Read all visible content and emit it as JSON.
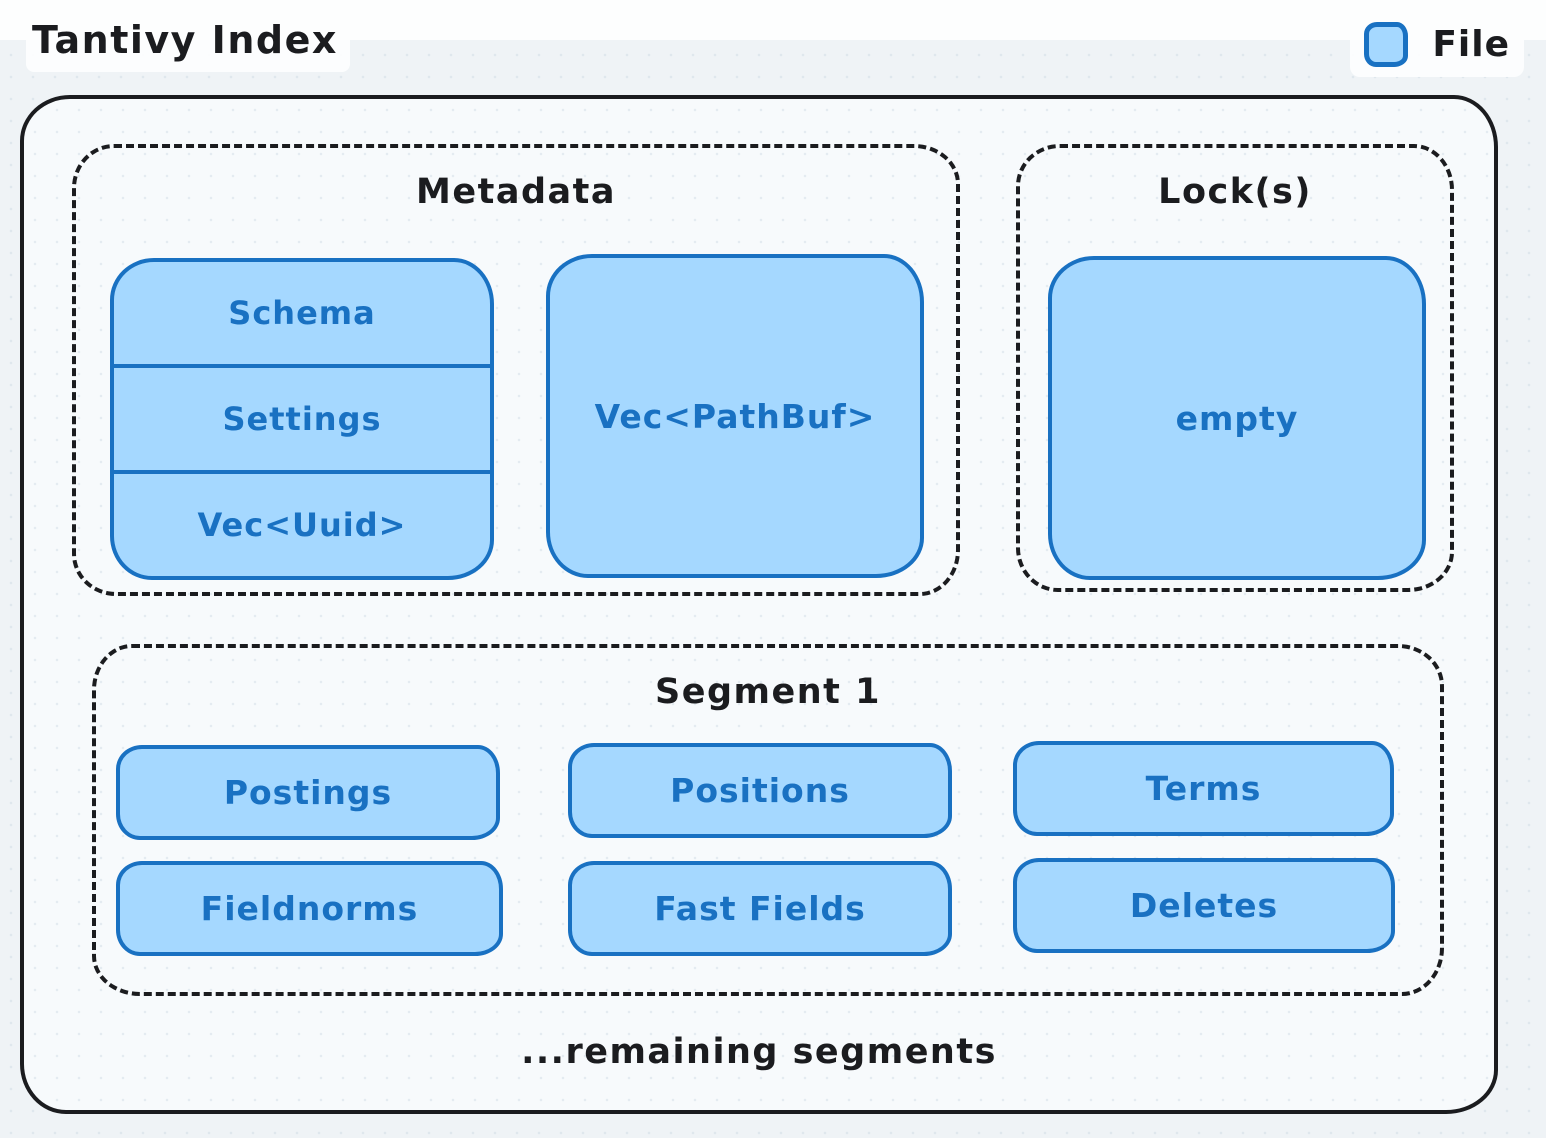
{
  "page": {
    "title": "Tantivy Index",
    "legend_label": "File",
    "footer": "...remaining segments"
  },
  "metadata": {
    "label": "Metadata",
    "stack": [
      "Schema",
      "Settings",
      "Vec<Uuid>"
    ],
    "pathbuf": "Vec<PathBuf>"
  },
  "locks": {
    "label": "Lock(s)",
    "file": "empty"
  },
  "segment": {
    "label": "Segment 1",
    "files": [
      "Postings",
      "Positions",
      "Terms",
      "Fieldnorms",
      "Fast Fields",
      "Deletes"
    ]
  },
  "colors": {
    "file_fill": "#a5d8ff",
    "file_stroke": "#1971c2",
    "ink": "#1b1c1f",
    "page_bg": "#eff3f6",
    "canvas_fill": "#f7fafc"
  }
}
